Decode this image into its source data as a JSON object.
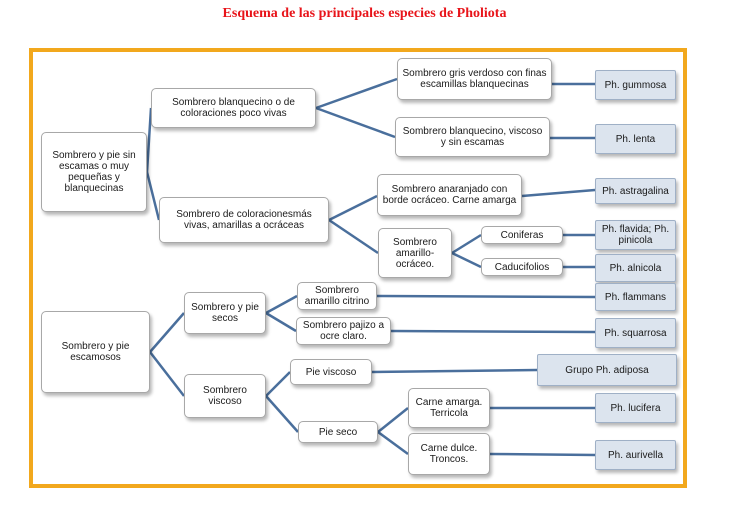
{
  "title": "Esquema de las principales especies de Pholiota",
  "nodes": {
    "n1": "Sombrero y pie sin escamas o muy pequeñas y blanquecinas",
    "n1a": "Sombrero blanquecino  o de coloraciones poco vivas",
    "n1a1": "Sombrero gris verdoso con finas escamillas blanquecinas",
    "n1a2": "Sombrero blanquecino, viscoso y sin escamas",
    "n1b": "Sombrero de coloracionesmás vivas, amarillas a ocráceas",
    "n1b1": "Sombrero anaranjado con borde ocráceo.  Carne amarga",
    "n1b2": "Sombrero amarillo-ocráceo.",
    "coniferas": "Coniferas",
    "caducifolios": "Caducifolios",
    "n2": "Sombrero y pie escamosos",
    "n2a": "Sombrero y pie secos",
    "n2a1": "Sombrero amarillo citrino",
    "n2a2": "Sombrero pajizo  a ocre claro.",
    "n2b": "Sombrero viscoso",
    "pieviscoso": "Pie viscoso",
    "pieseco": "Pie seco",
    "carneamarga": "Carne amarga. Terricola",
    "carnedulce": "Carne dulce. Troncos."
  },
  "leaves": {
    "gummosa": "Ph. gummosa",
    "lenta": "Ph. lenta",
    "astragalina": "Ph. astragalina",
    "flavida": "Ph. flavida; Ph. pinicola",
    "alnicola": "Ph. alnicola",
    "flammans": "Ph. flammans",
    "squarrosa": "Ph. squarrosa",
    "adiposa": "Grupo Ph.  adiposa",
    "lucifera": "Ph. lucifera",
    "aurivella": "Ph. aurivella"
  },
  "colors": {
    "title": "#e8141a",
    "frame": "#f2a81d",
    "connector": "#4a6f9c",
    "leaf_fill": "#dce4ee"
  }
}
